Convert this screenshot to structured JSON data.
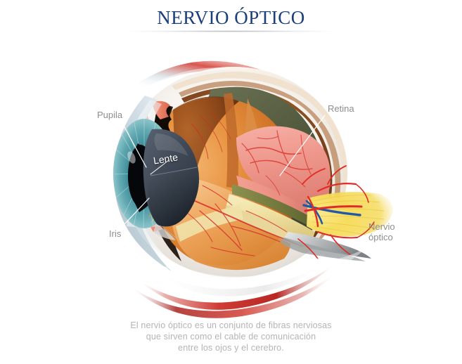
{
  "page": {
    "title": "NERVIO ÓPTICO",
    "background_color": "#ffffff",
    "title_color": "#1b3f78",
    "label_color": "#8d8d8d",
    "caption_color": "#b4b4b4"
  },
  "labels": {
    "pupila": "Pupila",
    "iris": "Iris",
    "lente": "Lente",
    "retina": "Retina",
    "nervio_optico_line1": "Nervio",
    "nervio_optico_line2": "óptico"
  },
  "caption": {
    "line1": "El nervio óptico es un conjunto de fibras nerviosas",
    "line2": "que sirven como el cable de comunicación",
    "line3": "entre los ojos y el cerebro."
  },
  "illustration": {
    "name": "cutaway-human-eye-anatomy",
    "colors": {
      "sclera_outer": "#f6efe7",
      "sclera_shadow": "#d8d3cc",
      "cornea": "#b9c9d2",
      "iris": "#3f8f9b",
      "lens": "#3a4250",
      "vitreous_orange": "#e08a3c",
      "choroid_brown": "#8a4a1e",
      "retina_pink": "#ef9a92",
      "vitreous_shadow_green": "#59604a",
      "nerve_fiber_yellow": "#f2d64f",
      "artery_red": "#e12b26",
      "vein_blue": "#2159a8",
      "muscle_red": "#cf3b35",
      "tendon_white": "#f2f2f2"
    }
  }
}
